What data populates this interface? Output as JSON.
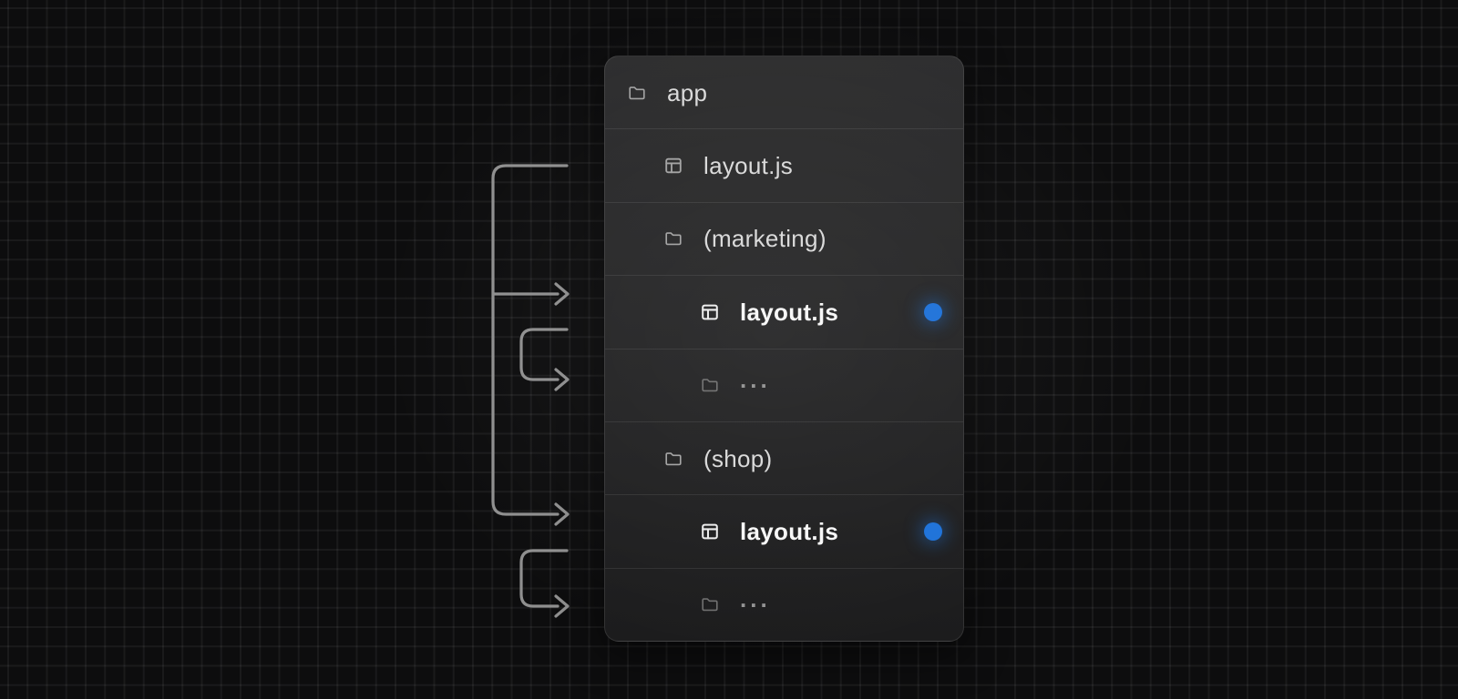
{
  "diagram": {
    "title": "route-groups-nested-layouts-file-tree",
    "colors": {
      "active_dot_blue": "#1e72d9",
      "arrow_line_gray": "#8f8f8f",
      "panel_background": "#242425",
      "canvas_background": "#0d0d0e"
    },
    "file_tree": {
      "rows": [
        {
          "label": "app",
          "icon": "folder-icon",
          "indent": 0,
          "emphasis": "normal",
          "active_dot": false
        },
        {
          "label": "layout.js",
          "icon": "layout-file-icon",
          "indent": 1,
          "emphasis": "normal",
          "active_dot": false
        },
        {
          "label": "(marketing)",
          "icon": "folder-icon",
          "indent": 1,
          "emphasis": "normal",
          "active_dot": false
        },
        {
          "label": "layout.js",
          "icon": "layout-file-icon",
          "indent": 2,
          "emphasis": "bold",
          "active_dot": true
        },
        {
          "label": "...",
          "icon": "folder-icon",
          "indent": 2,
          "emphasis": "dim",
          "active_dot": false
        },
        {
          "label": "(shop)",
          "icon": "folder-icon",
          "indent": 1,
          "emphasis": "normal",
          "active_dot": false
        },
        {
          "label": "layout.js",
          "icon": "layout-file-icon",
          "indent": 2,
          "emphasis": "bold",
          "active_dot": true
        },
        {
          "label": "...",
          "icon": "folder-icon",
          "indent": 2,
          "emphasis": "dim",
          "active_dot": false
        }
      ]
    }
  }
}
